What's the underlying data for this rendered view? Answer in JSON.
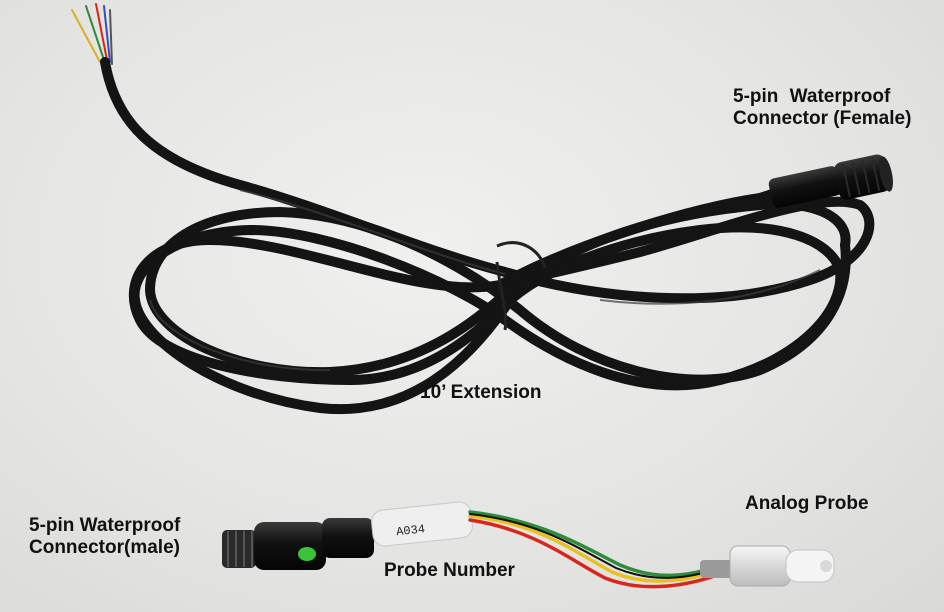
{
  "labels": {
    "female_connector": {
      "line1": "5-pin  Waterproof",
      "line2": "Connector (Female)"
    },
    "extension": "10’ Extension",
    "male_connector": {
      "line1": "5-pin Waterproof",
      "line2": "Connector(male)"
    },
    "probe_number": "Probe Number",
    "analog_probe": "Analog Probe"
  },
  "probe_tag": "A034",
  "colors": {
    "background": "#e6e6e4",
    "cable": "#141414",
    "probe_wire_red": "#d8261c",
    "probe_wire_green": "#2e8b3a",
    "probe_wire_yellow": "#e8c020",
    "connector_marker": "#39c43a"
  }
}
